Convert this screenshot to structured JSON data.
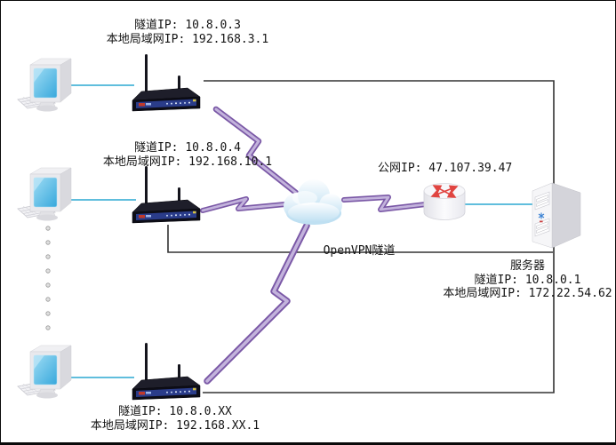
{
  "diagram": {
    "sites": [
      {
        "tunnel_ip_label": "隧道IP: 10.8.0.3",
        "lan_ip_label": "本地局域网IP: 192.168.3.1"
      },
      {
        "tunnel_ip_label": "隧道IP: 10.8.0.4",
        "lan_ip_label": "本地局域网IP: 192.168.10.1"
      },
      {
        "tunnel_ip_label": "隧道IP: 10.8.0.XX",
        "lan_ip_label": "本地局域网IP: 192.168.XX.1"
      }
    ],
    "public_ip_label": "公网IP: 47.107.39.47",
    "tunnel_label": "OpenVPN隧道",
    "server": {
      "title": "服务器",
      "tunnel_ip_label": "隧道IP: 10.8.0.1",
      "lan_ip_label": "本地局域网IP: 172.22.54.62"
    },
    "colors": {
      "lan_link": "#49b4d8",
      "tunnel_line": "#333333",
      "bolt_outline": "#7a58a6",
      "bolt_fill": "#c3b3dc",
      "cloud_fill": "#cde7f6",
      "gateway_arrows": "#e04440",
      "router_body": "#10101a",
      "router_panel": "#2a3c8a",
      "screen": "#49b0e0"
    }
  }
}
